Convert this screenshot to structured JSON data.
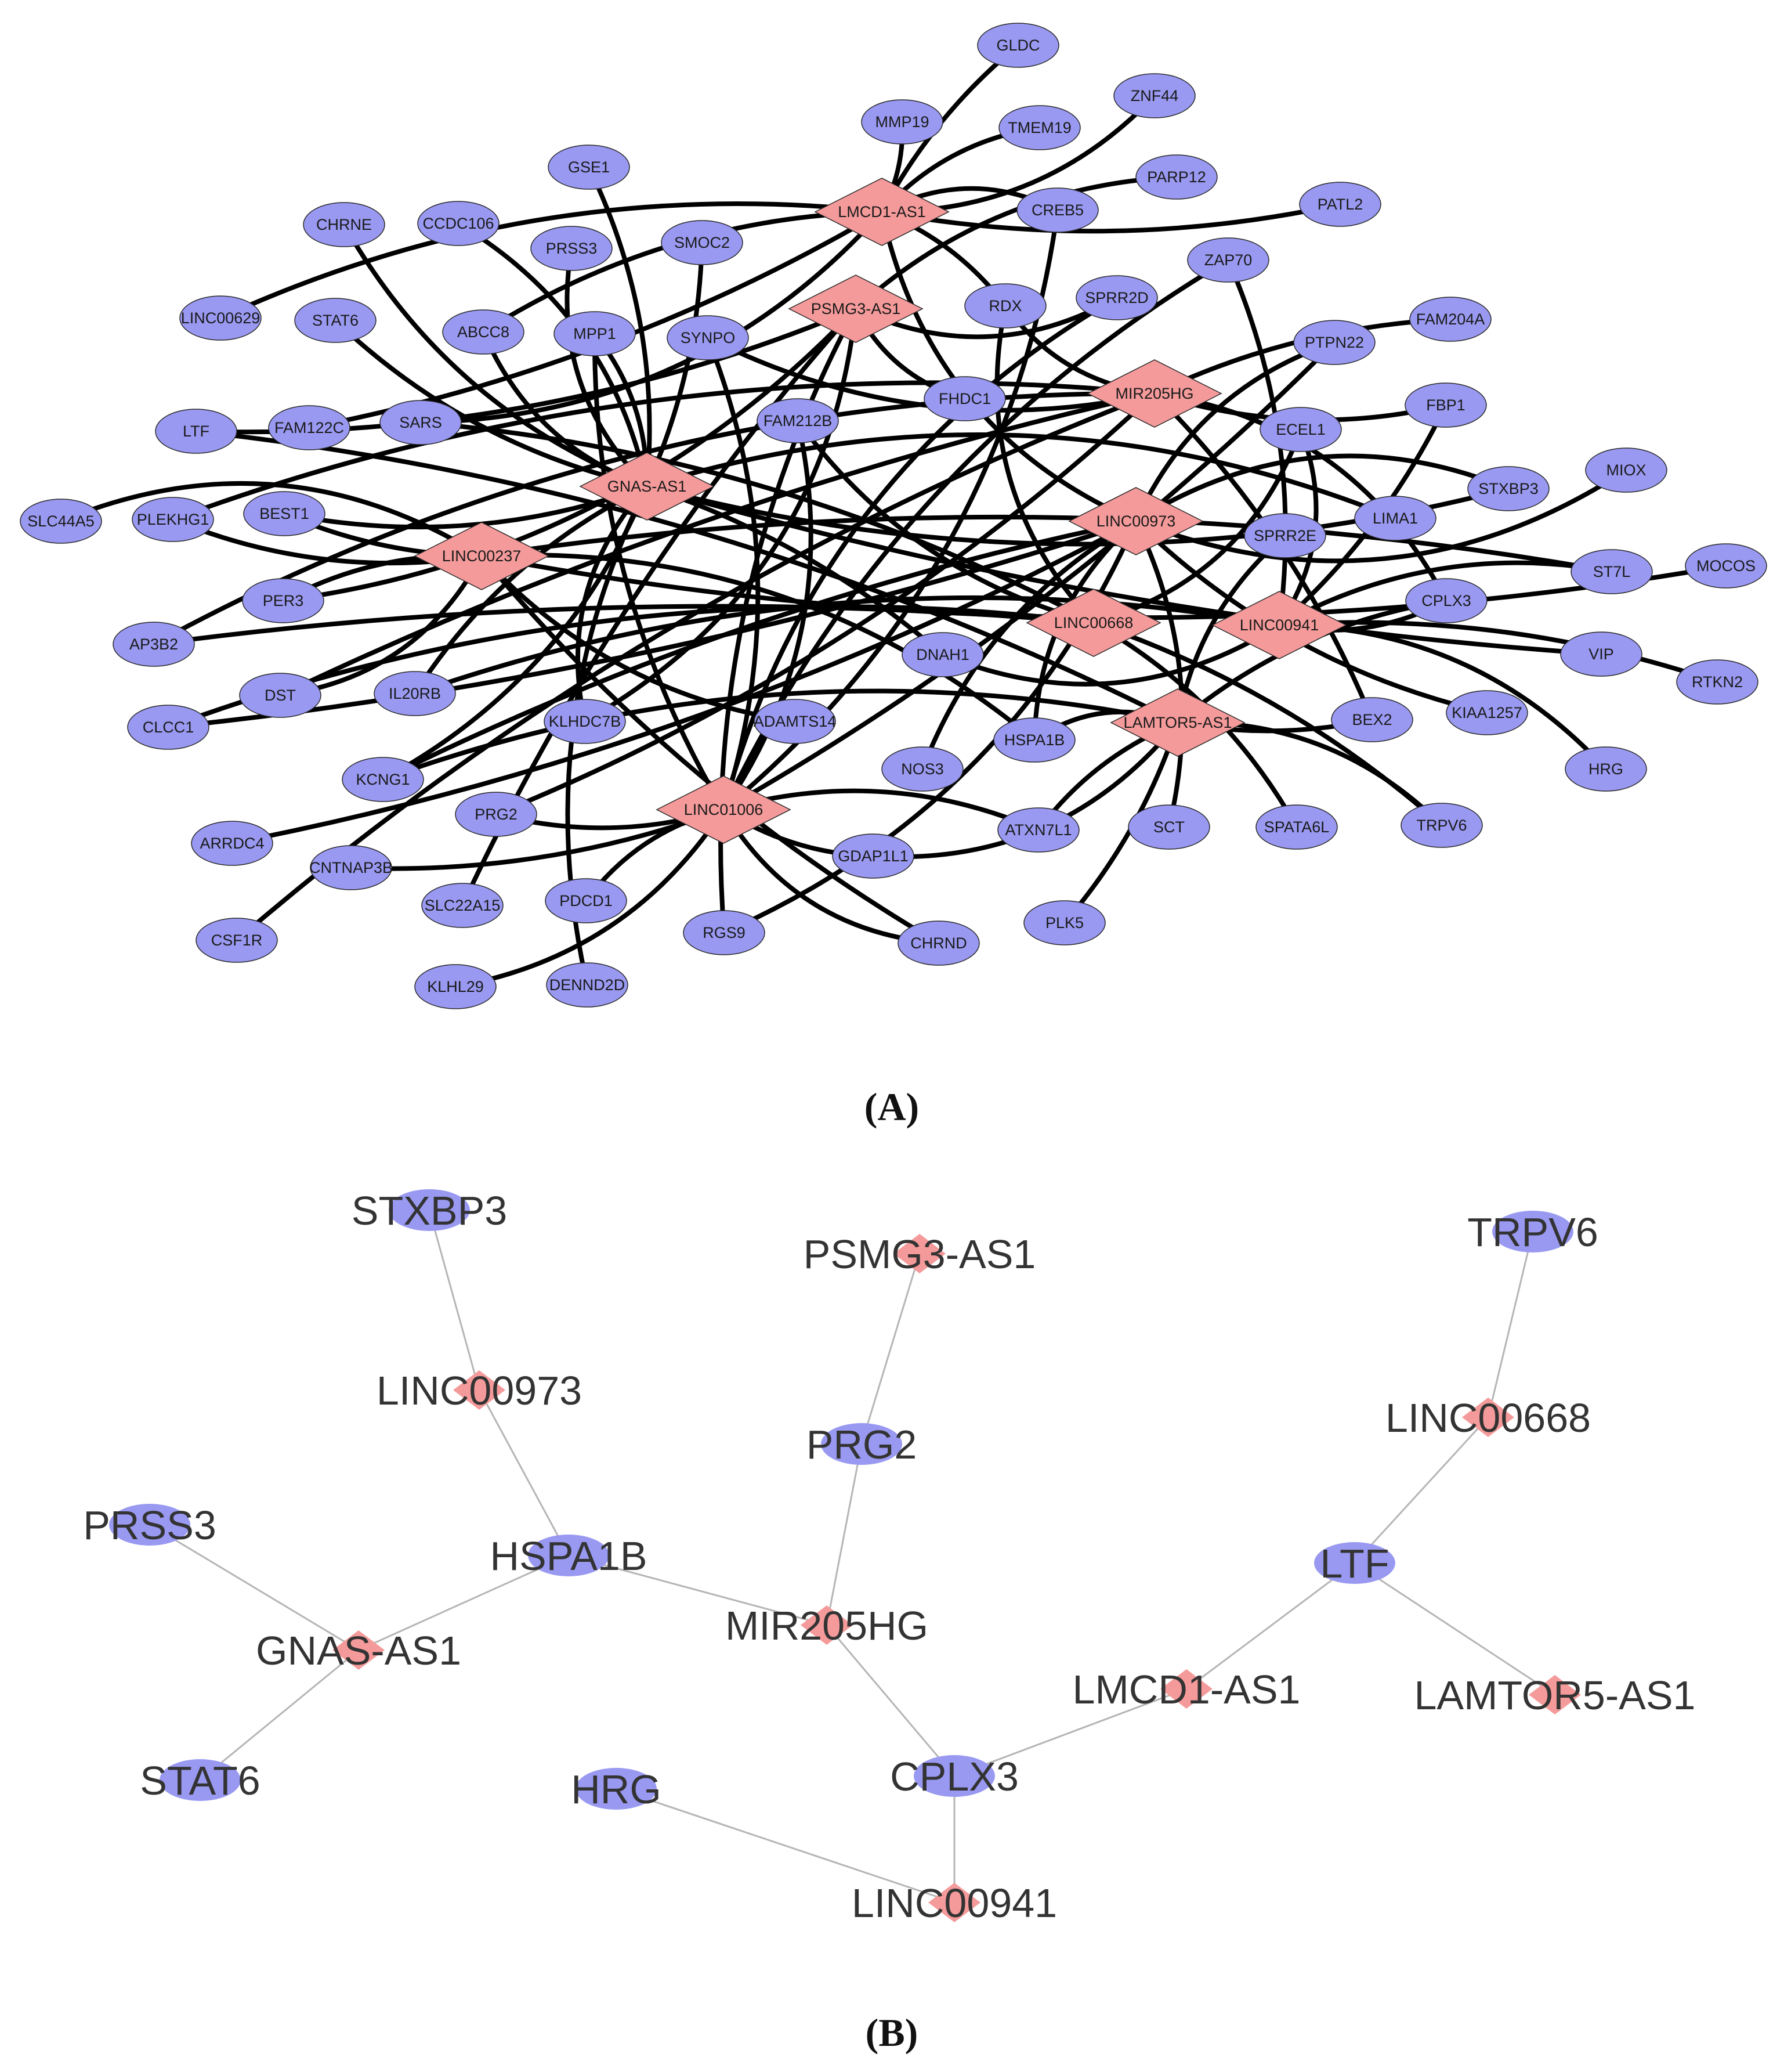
{
  "colors": {
    "mrna": "#9999f2",
    "lncrna": "#f59a9a",
    "edge_a": "#000000",
    "edge_b": "#b5b5b5",
    "stroke": "#2a2a2a"
  },
  "panels": {
    "a": {
      "label": "(A)",
      "label_letter": "A"
    },
    "b": {
      "label": "(B)",
      "label_letter": "B"
    }
  },
  "network_a": {
    "nodes": [
      {
        "id": "LMCD1-AS1",
        "type": "lncRNA"
      },
      {
        "id": "PSMG3-AS1",
        "type": "lncRNA"
      },
      {
        "id": "MIR205HG",
        "type": "lncRNA"
      },
      {
        "id": "GNAS-AS1",
        "type": "lncRNA"
      },
      {
        "id": "LINC00973",
        "type": "lncRNA"
      },
      {
        "id": "LINC00237",
        "type": "lncRNA"
      },
      {
        "id": "LINC00668",
        "type": "lncRNA"
      },
      {
        "id": "LINC00941",
        "type": "lncRNA"
      },
      {
        "id": "LAMTOR5-AS1",
        "type": "lncRNA"
      },
      {
        "id": "LINC01006",
        "type": "lncRNA"
      },
      {
        "id": "GLDC",
        "type": "mRNA"
      },
      {
        "id": "ZNF44",
        "type": "mRNA"
      },
      {
        "id": "MMP19",
        "type": "mRNA"
      },
      {
        "id": "TMEM19",
        "type": "mRNA"
      },
      {
        "id": "PARP12",
        "type": "mRNA"
      },
      {
        "id": "GSE1",
        "type": "mRNA"
      },
      {
        "id": "CREB5",
        "type": "mRNA"
      },
      {
        "id": "PATL2",
        "type": "mRNA"
      },
      {
        "id": "CHRNE",
        "type": "mRNA"
      },
      {
        "id": "CCDC106",
        "type": "mRNA"
      },
      {
        "id": "PRSS3",
        "type": "mRNA"
      },
      {
        "id": "SMOC2",
        "type": "mRNA"
      },
      {
        "id": "ZAP70",
        "type": "mRNA"
      },
      {
        "id": "RDX",
        "type": "mRNA"
      },
      {
        "id": "SPRR2D",
        "type": "mRNA"
      },
      {
        "id": "FAM204A",
        "type": "mRNA"
      },
      {
        "id": "LINC00629",
        "type": "mRNA"
      },
      {
        "id": "STAT6",
        "type": "mRNA"
      },
      {
        "id": "ABCC8",
        "type": "mRNA"
      },
      {
        "id": "MPP1",
        "type": "mRNA"
      },
      {
        "id": "SYNPO",
        "type": "mRNA"
      },
      {
        "id": "PTPN22",
        "type": "mRNA"
      },
      {
        "id": "FHDC1",
        "type": "mRNA"
      },
      {
        "id": "FBP1",
        "type": "mRNA"
      },
      {
        "id": "LTF",
        "type": "mRNA"
      },
      {
        "id": "FAM122C",
        "type": "mRNA"
      },
      {
        "id": "SARS",
        "type": "mRNA"
      },
      {
        "id": "FAM212B",
        "type": "mRNA"
      },
      {
        "id": "ECEL1",
        "type": "mRNA"
      },
      {
        "id": "MIOX",
        "type": "mRNA"
      },
      {
        "id": "SLC44A5",
        "type": "mRNA"
      },
      {
        "id": "PLEKHG1",
        "type": "mRNA"
      },
      {
        "id": "BEST1",
        "type": "mRNA"
      },
      {
        "id": "STXBP3",
        "type": "mRNA"
      },
      {
        "id": "LIMA1",
        "type": "mRNA"
      },
      {
        "id": "SPRR2E",
        "type": "mRNA"
      },
      {
        "id": "MOCOS",
        "type": "mRNA"
      },
      {
        "id": "ST7L",
        "type": "mRNA"
      },
      {
        "id": "PER3",
        "type": "mRNA"
      },
      {
        "id": "AP3B2",
        "type": "mRNA"
      },
      {
        "id": "CPLX3",
        "type": "mRNA"
      },
      {
        "id": "DNAH1",
        "type": "mRNA"
      },
      {
        "id": "VIP",
        "type": "mRNA"
      },
      {
        "id": "RTKN2",
        "type": "mRNA"
      },
      {
        "id": "DST",
        "type": "mRNA"
      },
      {
        "id": "IL20RB",
        "type": "mRNA"
      },
      {
        "id": "CLCC1",
        "type": "mRNA"
      },
      {
        "id": "KLHDC7B",
        "type": "mRNA"
      },
      {
        "id": "ADAMTS14",
        "type": "mRNA"
      },
      {
        "id": "HSPA1B",
        "type": "mRNA"
      },
      {
        "id": "BEX2",
        "type": "mRNA"
      },
      {
        "id": "KIAA1257",
        "type": "mRNA"
      },
      {
        "id": "KCNG1",
        "type": "mRNA"
      },
      {
        "id": "HRG",
        "type": "mRNA"
      },
      {
        "id": "NOS3",
        "type": "mRNA"
      },
      {
        "id": "PRG2",
        "type": "mRNA"
      },
      {
        "id": "ARRDC4",
        "type": "mRNA"
      },
      {
        "id": "ATXN7L1",
        "type": "mRNA"
      },
      {
        "id": "SCT",
        "type": "mRNA"
      },
      {
        "id": "SPATA6L",
        "type": "mRNA"
      },
      {
        "id": "TRPV6",
        "type": "mRNA"
      },
      {
        "id": "CNTNAP3B",
        "type": "mRNA"
      },
      {
        "id": "GDAP1L1",
        "type": "mRNA"
      },
      {
        "id": "SLC22A15",
        "type": "mRNA"
      },
      {
        "id": "PDCD1",
        "type": "mRNA"
      },
      {
        "id": "CSF1R",
        "type": "mRNA"
      },
      {
        "id": "RGS9",
        "type": "mRNA"
      },
      {
        "id": "CHRND",
        "type": "mRNA"
      },
      {
        "id": "PLK5",
        "type": "mRNA"
      },
      {
        "id": "KLHL29",
        "type": "mRNA"
      },
      {
        "id": "DENND2D",
        "type": "mRNA"
      }
    ],
    "edges": [
      [
        "LMCD1-AS1",
        "GLDC"
      ],
      [
        "LMCD1-AS1",
        "MMP19"
      ],
      [
        "LMCD1-AS1",
        "TMEM19"
      ],
      [
        "LMCD1-AS1",
        "ZNF44"
      ],
      [
        "LMCD1-AS1",
        "CREB5"
      ],
      [
        "LMCD1-AS1",
        "PATL2"
      ],
      [
        "LMCD1-AS1",
        "RDX"
      ],
      [
        "LMCD1-AS1",
        "LINC00629"
      ],
      [
        "LMCD1-AS1",
        "SARS"
      ],
      [
        "LMCD1-AS1",
        "LINC00973"
      ],
      [
        "LMCD1-AS1",
        "FAM122C"
      ],
      [
        "LMCD1-AS1",
        "ABCC8"
      ],
      [
        "PSMG3-AS1",
        "PARP12"
      ],
      [
        "PSMG3-AS1",
        "FHDC1"
      ],
      [
        "PSMG3-AS1",
        "KLHDC7B"
      ],
      [
        "PSMG3-AS1",
        "SLC22A15"
      ],
      [
        "PSMG3-AS1",
        "LTF"
      ],
      [
        "PSMG3-AS1",
        "RGS9"
      ],
      [
        "PSMG3-AS1",
        "PER3"
      ],
      [
        "PSMG3-AS1",
        "SPRR2D"
      ],
      [
        "MIR205HG",
        "FAM204A"
      ],
      [
        "MIR205HG",
        "FBP1"
      ],
      [
        "MIR205HG",
        "SYNPO"
      ],
      [
        "MIR205HG",
        "PLEKHG1"
      ],
      [
        "MIR205HG",
        "CPLX3"
      ],
      [
        "MIR205HG",
        "DST"
      ],
      [
        "MIR205HG",
        "PRG2"
      ],
      [
        "MIR205HG",
        "CSF1R"
      ],
      [
        "MIR205HG",
        "RDX"
      ],
      [
        "MIR205HG",
        "AP3B2"
      ],
      [
        "MIR205HG",
        "BEX2"
      ],
      [
        "GNAS-AS1",
        "GSE1"
      ],
      [
        "GNAS-AS1",
        "CHRNE"
      ],
      [
        "GNAS-AS1",
        "CCDC106"
      ],
      [
        "GNAS-AS1",
        "PRSS3"
      ],
      [
        "GNAS-AS1",
        "SMOC2"
      ],
      [
        "GNAS-AS1",
        "STAT6"
      ],
      [
        "GNAS-AS1",
        "MPP1"
      ],
      [
        "GNAS-AS1",
        "ABCC8"
      ],
      [
        "GNAS-AS1",
        "KLHDC7B"
      ],
      [
        "GNAS-AS1",
        "DNAH1"
      ],
      [
        "GNAS-AS1",
        "IL20RB"
      ],
      [
        "GNAS-AS1",
        "KCNG1"
      ],
      [
        "GNAS-AS1",
        "STXBP3"
      ],
      [
        "GNAS-AS1",
        "LIMA1"
      ],
      [
        "GNAS-AS1",
        "VIP"
      ],
      [
        "GNAS-AS1",
        "BEST1"
      ],
      [
        "GNAS-AS1",
        "DENND2D"
      ],
      [
        "LINC00973",
        "PTPN22"
      ],
      [
        "LINC00973",
        "MIOX"
      ],
      [
        "LINC00973",
        "CLCC1"
      ],
      [
        "LINC00973",
        "KIAA1257"
      ],
      [
        "LINC00973",
        "SCT"
      ],
      [
        "LINC00973",
        "HSPA1B"
      ],
      [
        "LINC00973",
        "STXBP3"
      ],
      [
        "LINC00973",
        "KCNG1"
      ],
      [
        "LINC00973",
        "ARRDC4"
      ],
      [
        "LINC00973",
        "NOS3"
      ],
      [
        "LINC00973",
        "RGS9"
      ],
      [
        "LINC00237",
        "SLC44A5"
      ],
      [
        "LINC00237",
        "BEST1"
      ],
      [
        "LINC00237",
        "PER3"
      ],
      [
        "LINC00237",
        "ST7L"
      ],
      [
        "LINC00237",
        "MOCOS"
      ],
      [
        "LINC00237",
        "DST"
      ],
      [
        "LINC00237",
        "CHRND"
      ],
      [
        "LINC00237",
        "PLEKHG1"
      ],
      [
        "LINC00237",
        "ADAMTS14"
      ],
      [
        "LINC00237",
        "HSPA1B"
      ],
      [
        "LINC00668",
        "ECEL1"
      ],
      [
        "LINC00668",
        "TRPV6"
      ],
      [
        "LINC00668",
        "SARS"
      ],
      [
        "LINC00668",
        "FAM212B"
      ],
      [
        "LINC00668",
        "CLCC1"
      ],
      [
        "LINC00668",
        "RDX"
      ],
      [
        "LINC00668",
        "AP3B2"
      ],
      [
        "LINC00668",
        "SPATA6L"
      ],
      [
        "LINC00941",
        "CPLX3"
      ],
      [
        "LINC00941",
        "HRG"
      ],
      [
        "LINC00941",
        "ECEL1"
      ],
      [
        "LINC00941",
        "RTKN2"
      ],
      [
        "LINC00941",
        "ZAP70"
      ],
      [
        "LINC00941",
        "ST7L"
      ],
      [
        "LINC00941",
        "IL20RB"
      ],
      [
        "LINC00941",
        "DNAH1"
      ],
      [
        "LINC00941",
        "FBP1"
      ],
      [
        "LAMTOR5-AS1",
        "CPLX3"
      ],
      [
        "LAMTOR5-AS1",
        "LTF"
      ],
      [
        "LAMTOR5-AS1",
        "TRPV6"
      ],
      [
        "LAMTOR5-AS1",
        "HSPA1B"
      ],
      [
        "LAMTOR5-AS1",
        "PLK5"
      ],
      [
        "LAMTOR5-AS1",
        "ATXN7L1"
      ],
      [
        "LAMTOR5-AS1",
        "SPRR2E"
      ],
      [
        "LAMTOR5-AS1",
        "KCNG1"
      ],
      [
        "LAMTOR5-AS1",
        "GDAP1L1"
      ],
      [
        "LAMTOR5-AS1",
        "BEX2"
      ],
      [
        "LINC01006",
        "PRG2"
      ],
      [
        "LINC01006",
        "PDCD1"
      ],
      [
        "LINC01006",
        "KLHL29"
      ],
      [
        "LINC01006",
        "CHRND"
      ],
      [
        "LINC01006",
        "CNTNAP3B"
      ],
      [
        "LINC01006",
        "GDAP1L1"
      ],
      [
        "LINC01006",
        "ATXN7L1"
      ],
      [
        "LINC01006",
        "FAM212B"
      ],
      [
        "LINC01006",
        "SPRR2D"
      ],
      [
        "LINC01006",
        "PTPN22"
      ],
      [
        "LINC01006",
        "MPP1"
      ],
      [
        "LINC01006",
        "SYNPO"
      ],
      [
        "LINC01006",
        "ZAP70"
      ],
      [
        "LINC01006",
        "CREB5"
      ]
    ]
  },
  "network_b": {
    "nodes": [
      {
        "id": "STXBP3",
        "type": "mRNA"
      },
      {
        "id": "PSMG3-AS1",
        "type": "lncRNA"
      },
      {
        "id": "TRPV6",
        "type": "mRNA"
      },
      {
        "id": "LINC00973",
        "type": "lncRNA"
      },
      {
        "id": "PRG2",
        "type": "mRNA"
      },
      {
        "id": "LINC00668",
        "type": "lncRNA"
      },
      {
        "id": "PRSS3",
        "type": "mRNA"
      },
      {
        "id": "HSPA1B",
        "type": "mRNA"
      },
      {
        "id": "LTF",
        "type": "mRNA"
      },
      {
        "id": "GNAS-AS1",
        "type": "lncRNA"
      },
      {
        "id": "MIR205HG",
        "type": "lncRNA"
      },
      {
        "id": "LMCD1-AS1",
        "type": "lncRNA"
      },
      {
        "id": "LAMTOR5-AS1",
        "type": "lncRNA"
      },
      {
        "id": "STAT6",
        "type": "mRNA"
      },
      {
        "id": "HRG",
        "type": "mRNA"
      },
      {
        "id": "CPLX3",
        "type": "mRNA"
      },
      {
        "id": "LINC00941",
        "type": "lncRNA"
      }
    ],
    "edges": [
      [
        "STXBP3",
        "LINC00973"
      ],
      [
        "LINC00973",
        "HSPA1B"
      ],
      [
        "HSPA1B",
        "GNAS-AS1"
      ],
      [
        "HSPA1B",
        "MIR205HG"
      ],
      [
        "PRSS3",
        "GNAS-AS1"
      ],
      [
        "STAT6",
        "GNAS-AS1"
      ],
      [
        "PSMG3-AS1",
        "PRG2"
      ],
      [
        "PRG2",
        "MIR205HG"
      ],
      [
        "MIR205HG",
        "CPLX3"
      ],
      [
        "CPLX3",
        "LINC00941"
      ],
      [
        "HRG",
        "LINC00941"
      ],
      [
        "CPLX3",
        "LMCD1-AS1"
      ],
      [
        "LMCD1-AS1",
        "LTF"
      ],
      [
        "LTF",
        "LAMTOR5-AS1"
      ],
      [
        "LTF",
        "LINC00668"
      ],
      [
        "LINC00668",
        "TRPV6"
      ]
    ]
  }
}
